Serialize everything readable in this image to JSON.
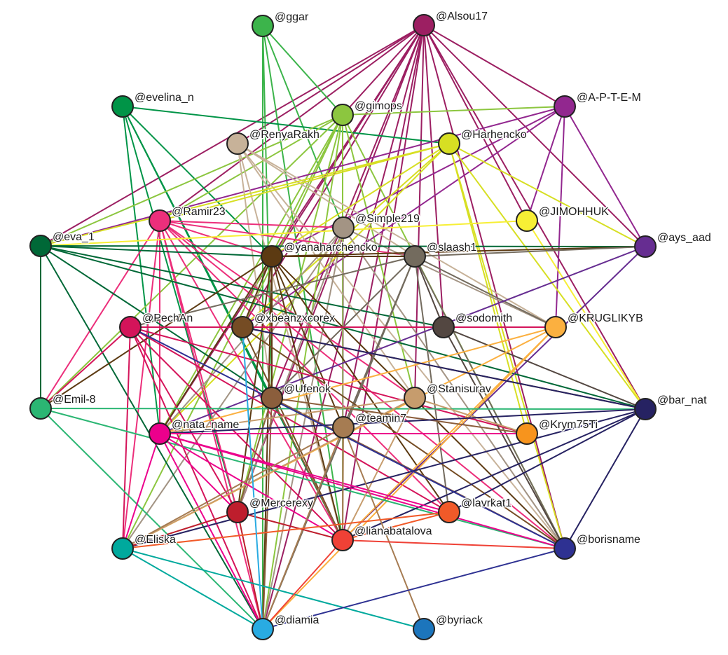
{
  "diagram": {
    "nodes": [
      {
        "id": "ggar",
        "label": "@ggar",
        "color": "#3cb44b"
      },
      {
        "id": "alsou17",
        "label": "@Alsou17",
        "color": "#9c1f62"
      },
      {
        "id": "evelina_n",
        "label": "@evelina_n",
        "color": "#009447"
      },
      {
        "id": "gimops",
        "label": "@gimops",
        "color": "#8cc63f"
      },
      {
        "id": "apterm",
        "label": "@A-P-T-E-M",
        "color": "#92278f"
      },
      {
        "id": "renyarakh",
        "label": "@RenyaRakh",
        "color": "#c7b299"
      },
      {
        "id": "harhencko",
        "label": "@Harhencko",
        "color": "#d7df23"
      },
      {
        "id": "ramir23",
        "label": "@Ramir23",
        "color": "#ec2f7b"
      },
      {
        "id": "simple219",
        "label": "@Simple219",
        "color": "#a39484"
      },
      {
        "id": "jimohhuk",
        "label": "@JIMOHHUK",
        "color": "#f7ef35"
      },
      {
        "id": "eva_1",
        "label": "@eva_1",
        "color": "#006837"
      },
      {
        "id": "yanaharchencko",
        "label": "@yanaharchencko",
        "color": "#5c3a12"
      },
      {
        "id": "slaash1",
        "label": "@slaash1",
        "color": "#736b5e"
      },
      {
        "id": "ays_aad",
        "label": "@ays_aad",
        "color": "#662d91"
      },
      {
        "id": "pechan",
        "label": "@PechAn",
        "color": "#d4145a"
      },
      {
        "id": "xbeanzxcorex",
        "label": "@xbeanzxcorex",
        "color": "#754c24"
      },
      {
        "id": "sodomith",
        "label": "@sodomith",
        "color": "#534741"
      },
      {
        "id": "kruglikyb",
        "label": "@KRUGLIKYB",
        "color": "#fbb040"
      },
      {
        "id": "emil8",
        "label": "@Emil-8",
        "color": "#2bb673"
      },
      {
        "id": "ufenok",
        "label": "@Ufenok",
        "color": "#8b5e3c"
      },
      {
        "id": "stanisurav",
        "label": "@Stanisurav",
        "color": "#c69c6d"
      },
      {
        "id": "bar_nat",
        "label": "@bar_nat",
        "color": "#262262"
      },
      {
        "id": "nata_name",
        "label": "@nata_name",
        "color": "#ec008c"
      },
      {
        "id": "teamin7",
        "label": "@teamin7",
        "color": "#a67c52"
      },
      {
        "id": "krym75ti",
        "label": "@Krym75Ti",
        "color": "#f7941d"
      },
      {
        "id": "mercerexy",
        "label": "@Mercerexy",
        "color": "#be1e2d"
      },
      {
        "id": "lavrkat1",
        "label": "@lavrkat1",
        "color": "#f15a29"
      },
      {
        "id": "eliska",
        "label": "@Eliska",
        "color": "#00a99d"
      },
      {
        "id": "lianabatalova",
        "label": "@lianabatalova",
        "color": "#ef4136"
      },
      {
        "id": "borisname",
        "label": "@borisname",
        "color": "#2e3192"
      },
      {
        "id": "diamia",
        "label": "@diamia",
        "color": "#29abe2"
      },
      {
        "id": "byriack",
        "label": "@byriack",
        "color": "#1c75bc"
      }
    ]
  }
}
